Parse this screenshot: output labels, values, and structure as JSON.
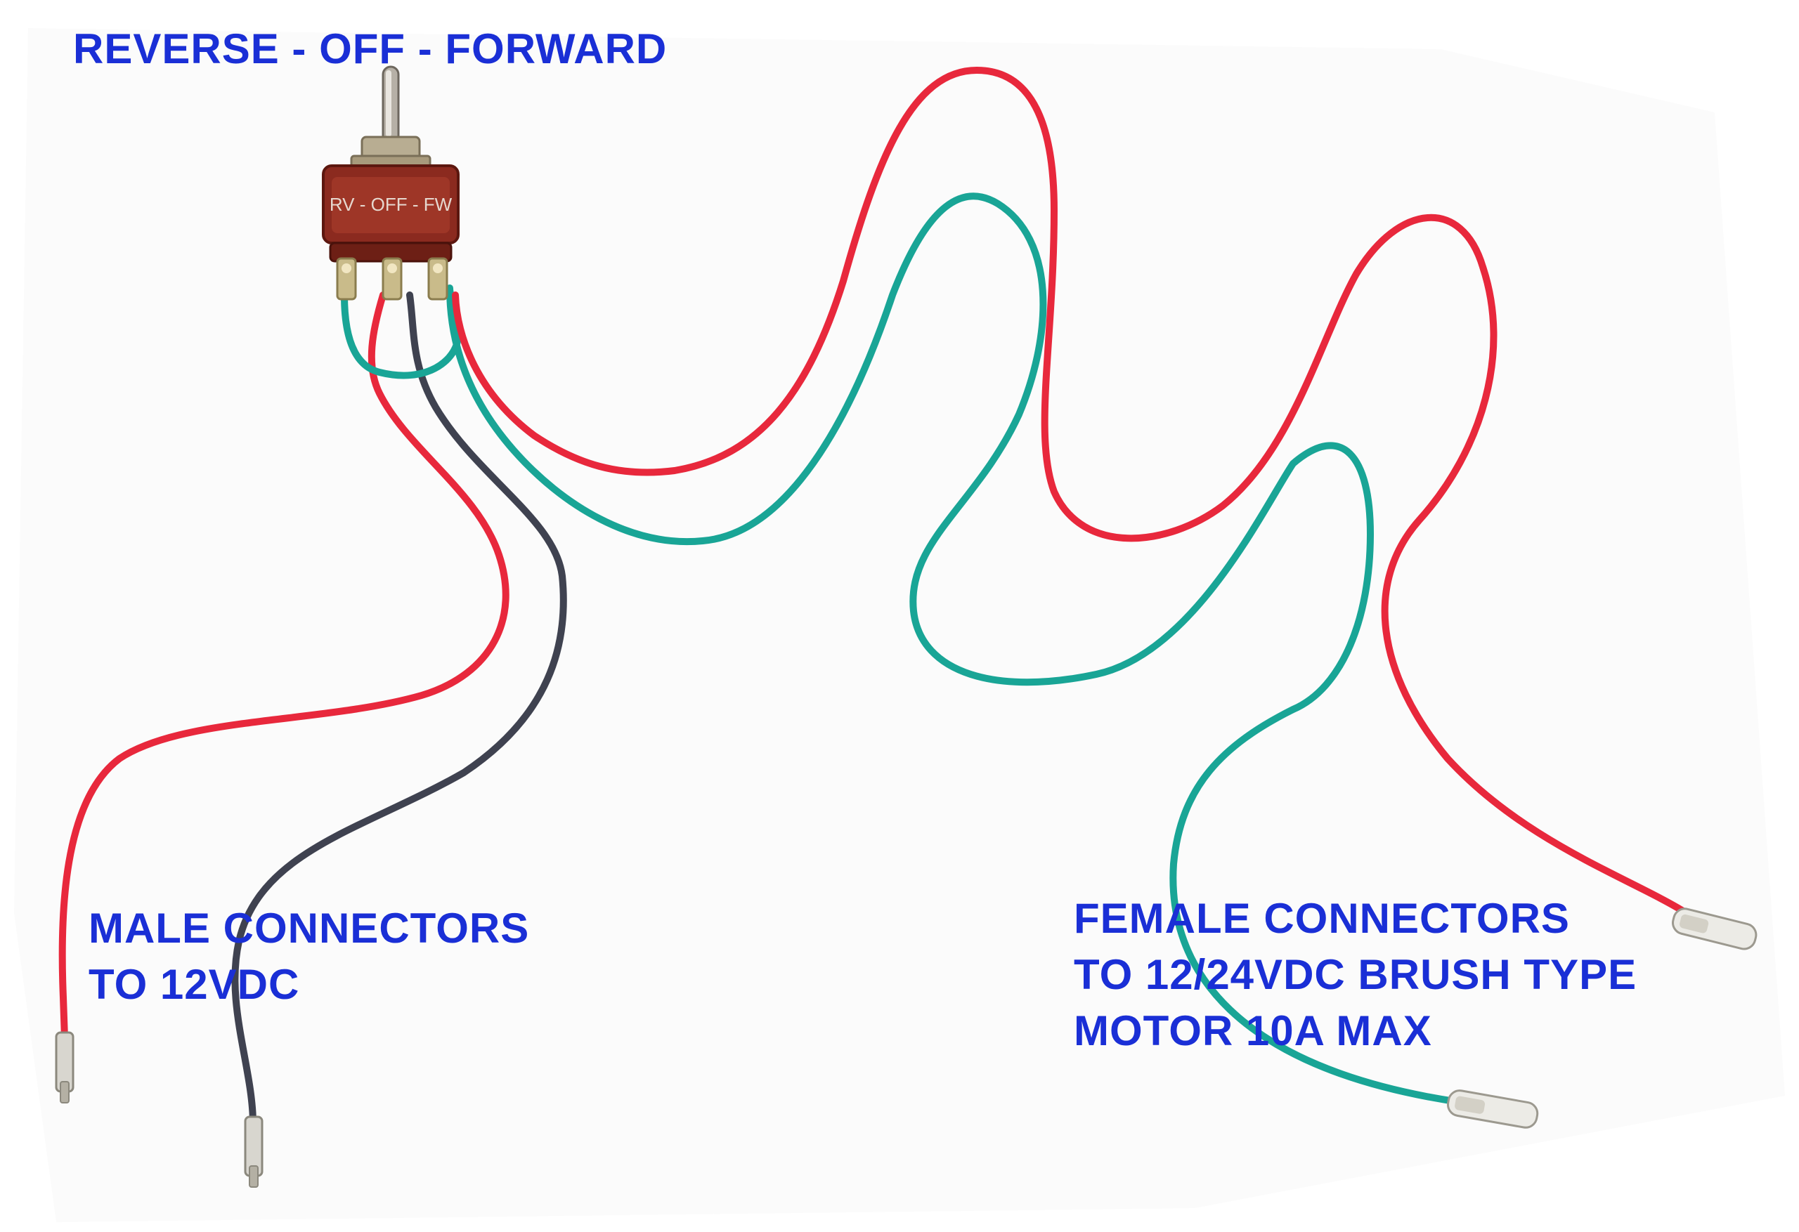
{
  "labels": {
    "switch_positions": "REVERSE - OFF - FORWARD",
    "male_connectors": [
      "MALE CONNECTORS",
      "TO 12VDC"
    ],
    "female_connectors": [
      "FEMALE CONNECTORS",
      "TO 12/24VDC BRUSH TYPE",
      "MOTOR 10A MAX"
    ]
  },
  "switch": {
    "body_text": [
      "RV - OFF - FW"
    ]
  },
  "colors": {
    "label_text": "#1a2fd6",
    "wire_red": "#e8283c",
    "wire_green": "#19a596",
    "wire_dark": "#3f4250",
    "switch_body": "#8b2a1f",
    "switch_metal": "#a89a7c",
    "background": "#ffffff"
  },
  "icons": {
    "switch": "toggle-switch-icon",
    "male_connector": "male-spade-connector-icon",
    "female_connector": "female-spade-connector-icon"
  }
}
